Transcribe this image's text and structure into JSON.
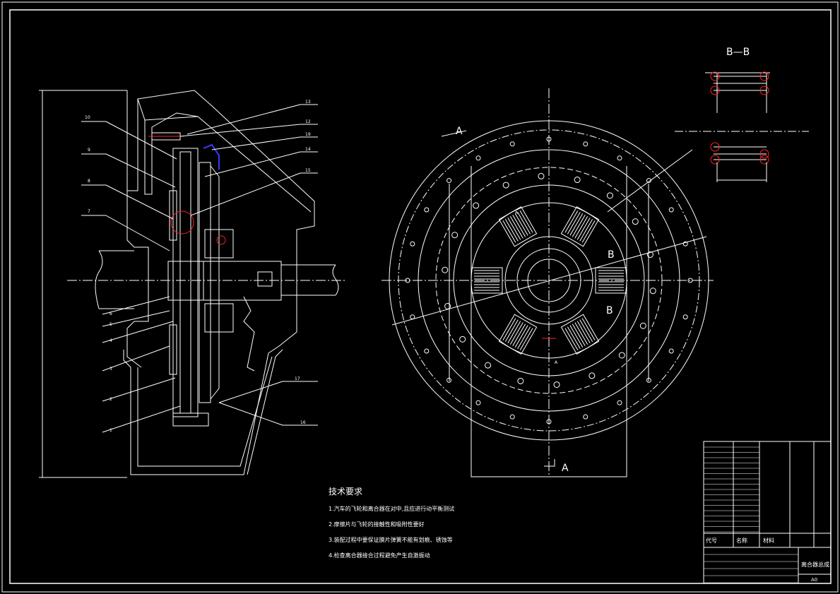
{
  "section_title": "B—B",
  "view_labels": {
    "a_top": "A",
    "a_bottom": "A",
    "b_upper": "B",
    "b_lower": "B",
    "a_small_1": "A",
    "a_small_2": "A"
  },
  "part_numbers_right": [
    "13",
    "12",
    "19",
    "14",
    "15",
    "17",
    "16"
  ],
  "part_numbers_left": [
    "10",
    "9",
    "8",
    "7",
    "6",
    "5",
    "4",
    "3",
    "2",
    "1"
  ],
  "notes": {
    "title": "技术要求",
    "items": [
      "1.汽车的飞轮和离合器在对中,且应进行动平衡测试",
      "2.摩擦片与飞轮的接触性和吸附性要好",
      "3.装配过程中要保证膜片弹簧不能有划痕、锈蚀等",
      "4.检查离合器接合过程避免产生自激振动"
    ]
  },
  "title_block": {
    "col_code": "代号",
    "col_name": "名称",
    "col_material": "材料",
    "drawing_name": "离合器总成",
    "sheet_size": "A0"
  },
  "colors": {
    "line": "#ffffff",
    "accent_red": "#ff2020",
    "accent_blue": "#3a3aff",
    "background": "#000000"
  }
}
